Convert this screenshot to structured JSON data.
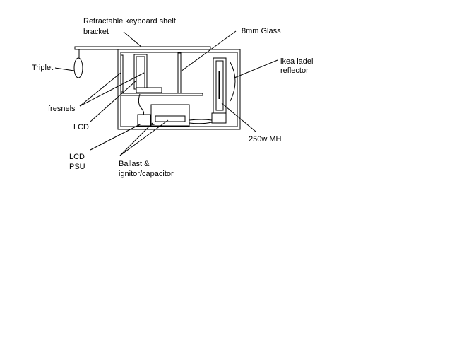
{
  "labels": {
    "bracket_line1": "Retractable keyboard shelf",
    "bracket_line2": "bracket",
    "glass": "8mm Glass",
    "triplet": "Triplet",
    "reflector_line1": "ikea ladel",
    "reflector_line2": "reflector",
    "fresnels": "fresnels",
    "lcd": "LCD",
    "mh": "250w MH",
    "psu_line1": "LCD",
    "psu_line2": "PSU",
    "ballast_line1": "Ballast &",
    "ballast_line2": "ignitor/capacitor"
  },
  "colors": {
    "line": "#000000",
    "background": "#ffffff"
  }
}
